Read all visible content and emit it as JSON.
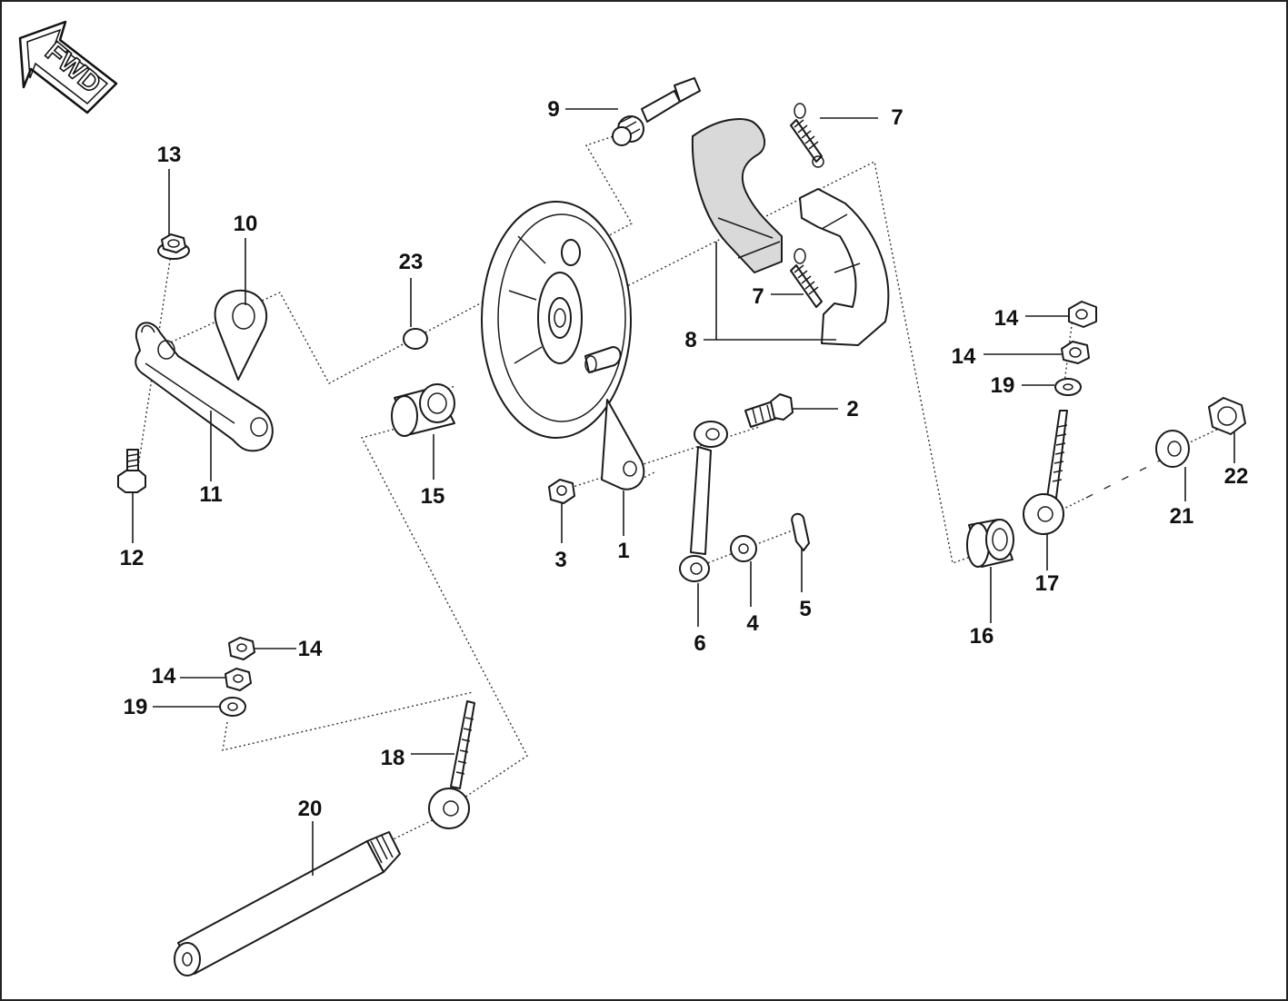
{
  "direction_badge": {
    "label": "FWD",
    "icon": "forward-arrow-icon"
  },
  "callouts": {
    "c1": "1",
    "c2": "2",
    "c3": "3",
    "c4": "4",
    "c5": "5",
    "c6": "6",
    "c7a": "7",
    "c7b": "7",
    "c8": "8",
    "c9": "9",
    "c10": "10",
    "c11": "11",
    "c12": "12",
    "c13": "13",
    "c14a": "14",
    "c14b": "14",
    "c14c": "14",
    "c14d": "14",
    "c15": "15",
    "c16": "16",
    "c17": "17",
    "c18": "18",
    "c19a": "19",
    "c19b": "19",
    "c20": "20",
    "c21": "21",
    "c22": "22",
    "c23": "23"
  },
  "colors": {
    "line": "#1a1a1a",
    "shoe_lining": "#d9d9d9",
    "background": "#ffffff"
  }
}
